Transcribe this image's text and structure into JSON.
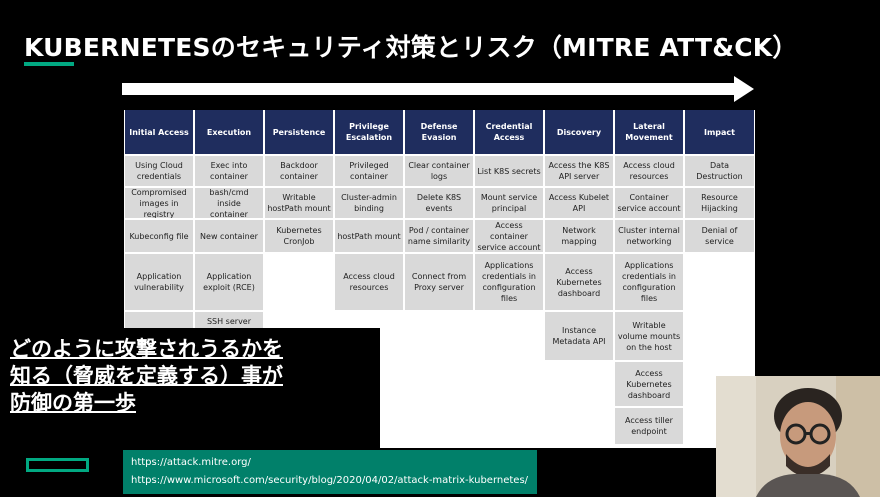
{
  "slide": {
    "title": "KUBERNETESのセキュリティ対策とリスク（MITRE ATT&CK）",
    "overlay_lines": [
      "どのように攻撃されうるかを",
      "知る（脅威を定義する）事が",
      "防御の第一歩"
    ],
    "links": [
      "https://attack.mitre.org/",
      "https://www.microsoft.com/security/blog/2020/04/02/attack-matrix-kubernetes/"
    ]
  },
  "matrix": {
    "headers": [
      "Initial Access",
      "Execution",
      "Persistence",
      "Privilege Escalation",
      "Defense Evasion",
      "Credential Access",
      "Discovery",
      "Lateral Movement",
      "Impact"
    ],
    "cells": {
      "initial_access": [
        "Using Cloud credentials",
        "Compromised images in registry",
        "Kubeconfig file",
        "Application vulnerability",
        ""
      ],
      "execution": [
        "Exec into container",
        "bash/cmd inside container",
        "New container",
        "Application exploit (RCE)",
        "SSH server"
      ],
      "persistence": [
        "Backdoor container",
        "Writable hostPath mount",
        "Kubernetes CronJob"
      ],
      "privilege_escalation": [
        "Privileged container",
        "Cluster-admin binding",
        "hostPath mount",
        "Access cloud resources"
      ],
      "defense_evasion": [
        "Clear container logs",
        "Delete K8S events",
        "Pod / container name similarity",
        "Connect from Proxy server"
      ],
      "credential_access": [
        "List K8S secrets",
        "Mount service principal",
        "Access container service account",
        "Applications credentials in configuration files"
      ],
      "discovery": [
        "Access the K8S API server",
        "Access Kubelet API",
        "Network mapping",
        "Access Kubernetes dashboard",
        "Instance Metadata API"
      ],
      "lateral_movement": [
        "Access cloud resources",
        "Container service account",
        "Cluster internal networking",
        "Applications credentials in configuration files",
        "Writable volume mounts on the host",
        "Access Kubernetes dashboard",
        "Access tiller endpoint"
      ],
      "impact": [
        "Data Destruction",
        "Resource Hijacking",
        "Denial of service"
      ]
    }
  }
}
